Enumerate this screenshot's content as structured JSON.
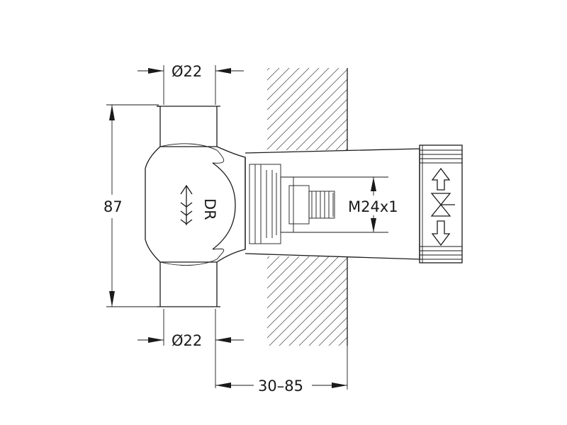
{
  "dimensions": {
    "top_diameter": "Ø22",
    "bottom_diameter": "Ø22",
    "height": "87",
    "thread": "M24x1",
    "wall_depth": "30–85"
  },
  "body_marking": "DR",
  "symbols": [
    "flow-arrow-icon",
    "valve-symbol-icon",
    "up-arrow-icon",
    "down-arrow-icon"
  ]
}
